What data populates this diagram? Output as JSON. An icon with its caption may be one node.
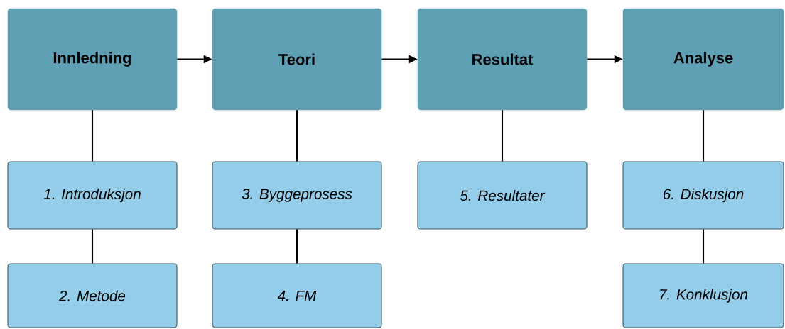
{
  "diagram": {
    "nodes": [
      {
        "text": [
          "Innledning"
        ]
      },
      {
        "text": [
          "Teori"
        ]
      },
      {
        "text": [
          "Resultat"
        ]
      },
      {
        "text": [
          "Analyse"
        ]
      },
      {
        "text": [
          "1. Introduksjon"
        ]
      },
      {
        "text": [
          "2. Metode"
        ]
      },
      {
        "text": [
          "3. Byggeprosess"
        ]
      },
      {
        "text": [
          "4. FM"
        ]
      },
      {
        "text": [
          "5. Resultater"
        ]
      },
      {
        "text": [
          "6. Diskusjon"
        ]
      },
      {
        "text": [
          "7. Konklusjon"
        ]
      }
    ],
    "edges": [
      {
        "from": 0,
        "to": 1,
        "arrow": "to"
      },
      {
        "from": 1,
        "to": 2,
        "arrow": "to"
      },
      {
        "from": 2,
        "to": 3,
        "arrow": "to"
      },
      {
        "from": 0,
        "to": 4,
        "arrow": "none"
      },
      {
        "from": 4,
        "to": 5,
        "arrow": "none"
      },
      {
        "from": 1,
        "to": 6,
        "arrow": "none"
      },
      {
        "from": 6,
        "to": 7,
        "arrow": "none"
      },
      {
        "from": 2,
        "to": 8,
        "arrow": "none"
      },
      {
        "from": 3,
        "to": 9,
        "arrow": "none"
      },
      {
        "from": 9,
        "to": 10,
        "arrow": "none"
      }
    ]
  }
}
